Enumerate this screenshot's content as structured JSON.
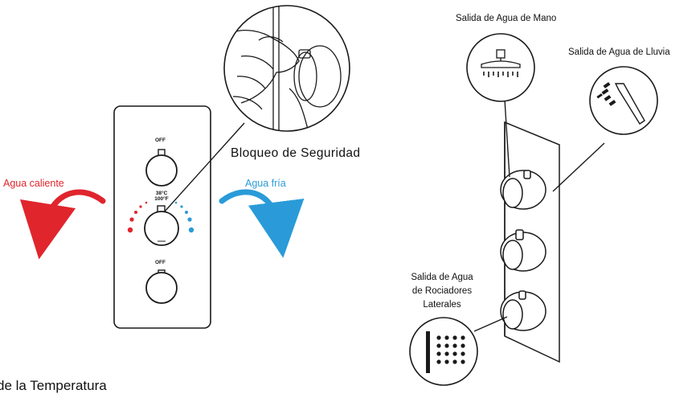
{
  "labels": {
    "hot_water": "Agua caliente",
    "cold_water": "Agua fría",
    "safety_lock": "Bloqueo de Seguridad",
    "off_top": "OFF",
    "off_bottom": "OFF",
    "temp_mark": "38°C\n100°F",
    "outlet_hand": "Salida de Agua de Mano",
    "outlet_rain": "Salida de Agua de Lluvia",
    "outlet_side_line1": "Salida de Agua",
    "outlet_side_line2": "de Rociadores",
    "outlet_side_line3": "Laterales",
    "bottom_cut_text": "de la Temperatura"
  },
  "colors": {
    "hot": "#e0252d",
    "cold": "#2a9bd8",
    "line": "#1a1a1a"
  },
  "icons": [
    "rain-shower-head-icon",
    "hand-shower-icon",
    "side-spray-nozzles-icon",
    "hot-arrow-icon",
    "cold-arrow-icon"
  ]
}
